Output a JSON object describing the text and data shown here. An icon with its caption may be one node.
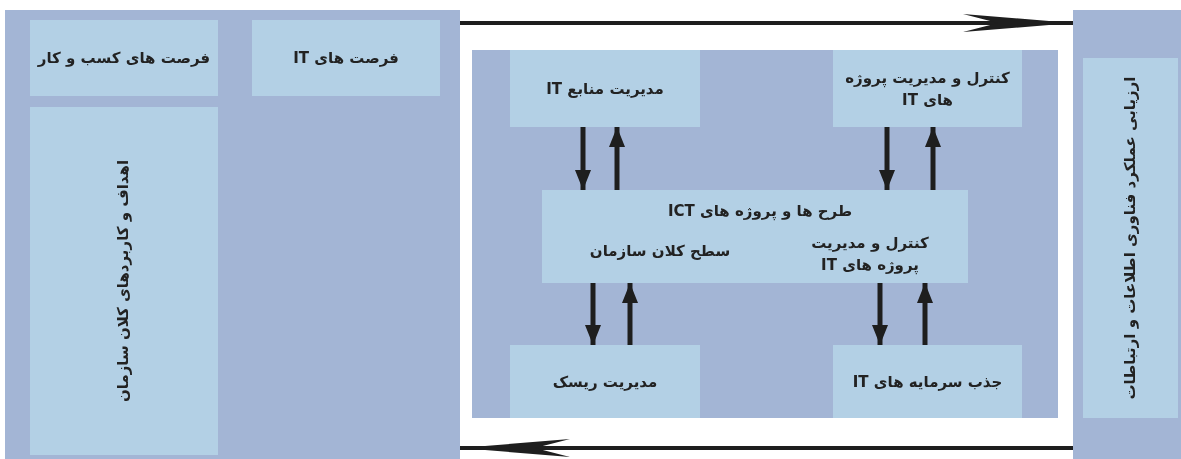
{
  "diagram": {
    "nodes": [
      {
        "text": [],
        "shape": "box"
      },
      {
        "text": [
          "فرصت های کسب و کار"
        ],
        "in": 0
      },
      {
        "text": [
          "فرصت های IT"
        ],
        "in": 0
      },
      {
        "text": [
          "اهداف و کاربردهای کلان سازمان"
        ],
        "in": 0
      },
      {
        "text": [],
        "shape": "box"
      },
      {
        "text": [
          "مدیریت منابع IT"
        ],
        "in": 4
      },
      {
        "text": [
          "کنترل و مدیریت پروژه های IT"
        ],
        "in": 4
      },
      {
        "text": [
          "طرح ها و پروژه های ICT",
          "کنترل و مدیریت پروژه های IT",
          "سطح کلان سازمان"
        ],
        "in": 4
      },
      {
        "text": [
          "مدیریت ریسک"
        ],
        "in": 4
      },
      {
        "text": [
          "جذب سرمایه های IT"
        ],
        "in": 4
      },
      {
        "text": [],
        "shape": "box"
      },
      {
        "text": [
          "ارزیابی عملکرد فناوری اطلاعات و ارتباطات"
        ],
        "in": 10
      }
    ],
    "edges": [
      {
        "from": 0,
        "to": 10,
        "arrow": "to"
      },
      {
        "from": 10,
        "to": 0,
        "arrow": "to"
      },
      {
        "from": 5,
        "to": 7,
        "arrow": "to"
      },
      {
        "from": 7,
        "to": 5,
        "arrow": "to"
      },
      {
        "from": 6,
        "to": 7,
        "arrow": "to"
      },
      {
        "from": 7,
        "to": 6,
        "arrow": "to"
      },
      {
        "from": 7,
        "to": 8,
        "arrow": "to"
      },
      {
        "from": 8,
        "to": 7,
        "arrow": "to"
      },
      {
        "from": 7,
        "to": 9,
        "arrow": "to"
      },
      {
        "from": 9,
        "to": 7,
        "arrow": "to"
      }
    ]
  }
}
